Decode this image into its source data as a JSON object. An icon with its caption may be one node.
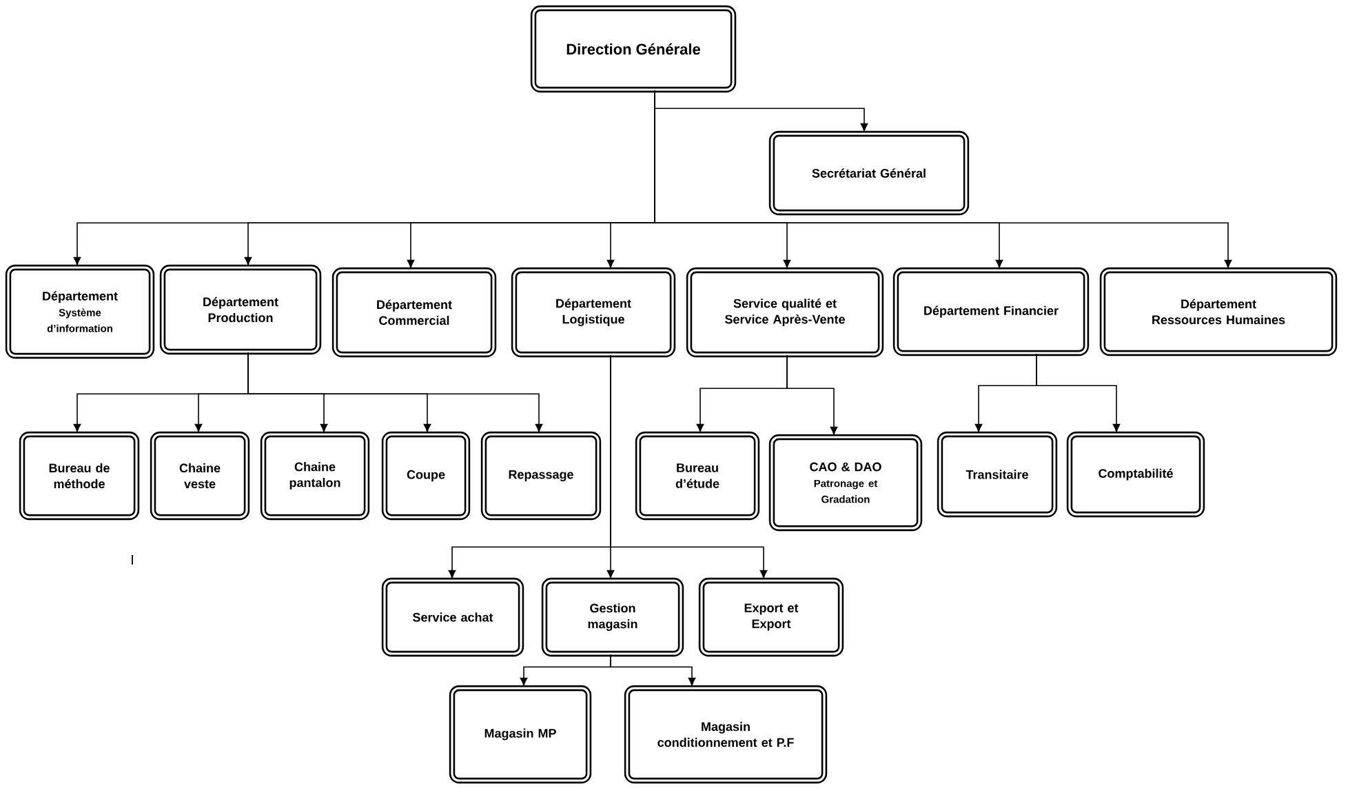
{
  "diagram": {
    "nodes": [
      {
        "text": [
          "Direction Générale"
        ]
      },
      {
        "text": [
          "Secrétariat  Général"
        ]
      },
      {
        "text": [
          "Département",
          "Système d’information"
        ]
      },
      {
        "text": [
          "Département Production"
        ]
      },
      {
        "text": [
          "Département Commercial"
        ]
      },
      {
        "text": [
          "Département Logistique"
        ]
      },
      {
        "text": [
          "Service qualité et Service Après-Vente"
        ]
      },
      {
        "text": [
          "Département Financier"
        ]
      },
      {
        "text": [
          "Département Ressources Humaines"
        ]
      },
      {
        "text": [
          "Bureau de méthode"
        ]
      },
      {
        "text": [
          "Chaine veste"
        ]
      },
      {
        "text": [
          "Chaine pantalon"
        ]
      },
      {
        "text": [
          "Coupe"
        ]
      },
      {
        "text": [
          "Repassage"
        ]
      },
      {
        "text": [
          "Bureau d’étude"
        ]
      },
      {
        "text": [
          "CAO & DAO",
          "Patronage et Gradation"
        ]
      },
      {
        "text": [
          "Transitaire"
        ]
      },
      {
        "text": [
          "Comptabilité"
        ]
      },
      {
        "text": [
          "Service achat"
        ]
      },
      {
        "text": [
          "Gestion magasin"
        ]
      },
      {
        "text": [
          "Export et Export"
        ]
      },
      {
        "text": [
          "Magasin MP"
        ]
      },
      {
        "text": [
          "Magasin conditionnement et P.F"
        ]
      }
    ],
    "edges": [
      {
        "from": 0,
        "to": 1,
        "arrow": "to"
      },
      {
        "from": 0,
        "to": 2,
        "arrow": "to"
      },
      {
        "from": 0,
        "to": 3,
        "arrow": "to"
      },
      {
        "from": 0,
        "to": 4,
        "arrow": "to"
      },
      {
        "from": 0,
        "to": 5,
        "arrow": "to"
      },
      {
        "from": 0,
        "to": 6,
        "arrow": "to"
      },
      {
        "from": 0,
        "to": 7,
        "arrow": "to"
      },
      {
        "from": 0,
        "to": 8,
        "arrow": "to"
      },
      {
        "from": 3,
        "to": 9,
        "arrow": "to"
      },
      {
        "from": 3,
        "to": 10,
        "arrow": "to"
      },
      {
        "from": 3,
        "to": 11,
        "arrow": "to"
      },
      {
        "from": 3,
        "to": 12,
        "arrow": "to"
      },
      {
        "from": 3,
        "to": 13,
        "arrow": "to"
      },
      {
        "from": 6,
        "to": 14,
        "arrow": "to"
      },
      {
        "from": 6,
        "to": 15,
        "arrow": "to"
      },
      {
        "from": 7,
        "to": 16,
        "arrow": "to"
      },
      {
        "from": 7,
        "to": 17,
        "arrow": "to"
      },
      {
        "from": 5,
        "to": 18,
        "arrow": "to"
      },
      {
        "from": 5,
        "to": 19,
        "arrow": "to"
      },
      {
        "from": 5,
        "to": 20,
        "arrow": "to"
      },
      {
        "from": 19,
        "to": 21,
        "arrow": "to"
      },
      {
        "from": 19,
        "to": 22,
        "arrow": "to"
      }
    ],
    "labels": [
      "I"
    ]
  }
}
